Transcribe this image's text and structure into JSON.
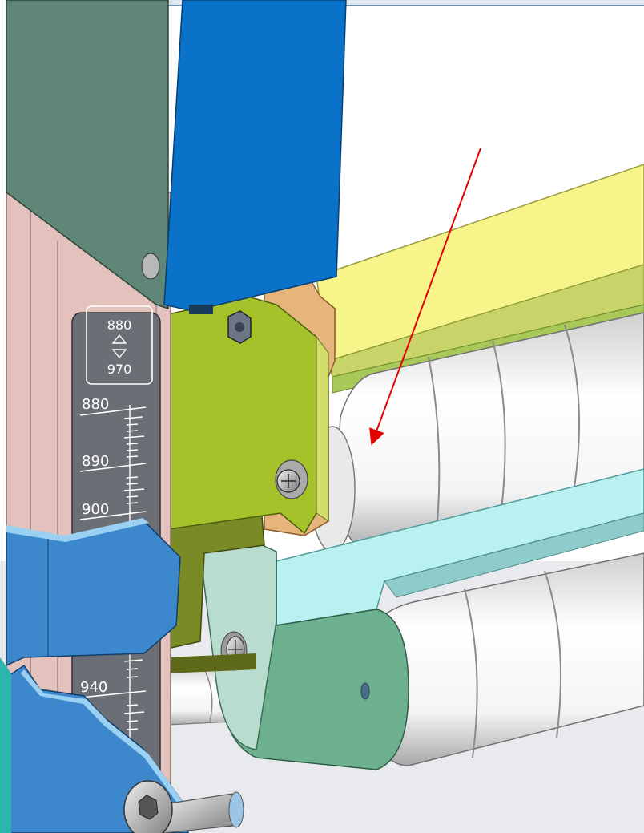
{
  "scale_plate": {
    "range_top": "880",
    "range_bottom": "970",
    "marks": [
      "880",
      "890",
      "900",
      "940"
    ]
  },
  "colors": {
    "blue_panel": "#0b72c9",
    "grey_green_panel": "#5f8677",
    "pink_post": "#e3c2bd",
    "yellow_bracket": "#a6c22a",
    "yellow_rail": "#f7f48a",
    "cyan_rail": "#b9f0f0",
    "green_arm": "#6db08f",
    "clamp_blue": "#3d88cc",
    "arrow_red": "#e30000"
  },
  "icons": [
    "arrow-icon",
    "up-down-arrow-icon",
    "hex-nut-icon",
    "bolt-head-icon",
    "socket-screw-icon"
  ]
}
